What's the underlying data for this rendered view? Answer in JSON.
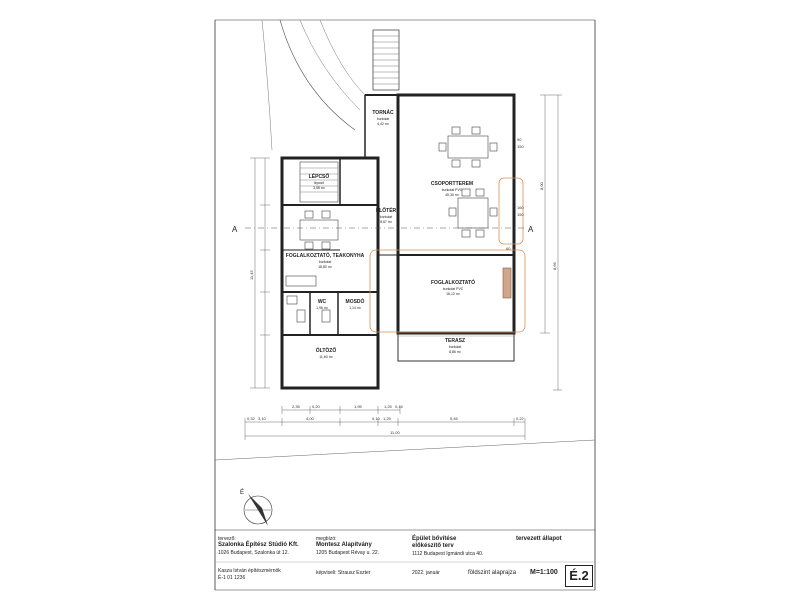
{
  "rooms": {
    "tornac": {
      "name": "TORNÁC",
      "floor": "burkolat",
      "area": "4,42 m²"
    },
    "lepcso": {
      "name": "LÉPCSŐ",
      "floor": "lépcső",
      "area": "3,58 m²"
    },
    "csoportterem": {
      "name": "CSOPORTTEREM",
      "floor": "burkolat PVC",
      "area": "45,30 m²"
    },
    "eloter": {
      "name": "ELŐTÉR",
      "floor": "burkolat",
      "area": "8,67 m²"
    },
    "foglalkoztato_teakonyha": {
      "name": "FOGLALKOZTATÓ, TEAKONYHA",
      "floor": "burkolat",
      "area": "18,80 m²"
    },
    "foglalkoztato": {
      "name": "FOGLALKOZTATÓ",
      "floor": "burkolat PVC",
      "area": "16,12 m²"
    },
    "wc": {
      "name": "WC",
      "floor": "",
      "area": "1,96 m²"
    },
    "mosdo": {
      "name": "MOSDÓ",
      "floor": "",
      "area": "1,14 m²"
    },
    "oltozo": {
      "name": "ÖLTÖZŐ",
      "floor": "",
      "area": "11,60 m²"
    },
    "terasz": {
      "name": "TERASZ",
      "floor": "burkolat",
      "area": "8,86 m²"
    }
  },
  "section_marks": {
    "left": "A",
    "right": "A"
  },
  "dimensions": {
    "bottom_row1": [
      "2,35",
      "0,20",
      "1,95",
      "1,25",
      "0,15"
    ],
    "bottom_row2": [
      "0,32",
      "3,10",
      "4,00",
      "0,10",
      "1,25",
      "5,45",
      "0,22"
    ],
    "bottom_total": "11,00",
    "right_total1": "8,00",
    "right_total2": "8,66",
    "left_total": "11,45",
    "window_marks": [
      "90",
      "150",
      "160",
      "150",
      "60"
    ]
  },
  "north_arrow": {
    "label": "É"
  },
  "title_block": {
    "designer_label": "tervező:",
    "designer_name": "Szalonka Építész Stúdió Kft.",
    "designer_addr": "1026 Budapest, Szalonka út 12.",
    "client_label": "megbízó:",
    "client_name": "Montesz Alapítvány",
    "client_addr": "1205 Budapest Révay u. 22.",
    "project_line1": "Épület bővítése",
    "project_line2": "előkészítő terv",
    "project_addr": "1112 Budapest Igmándi utca 40.",
    "status": "tervezett állapot",
    "architect": "Kasza István építészmérnök",
    "architect_id": "É-1 01 1236",
    "drawn_by": "képviseli: Strausz Eszter",
    "date": "2022. január",
    "sheet_name": "földszint alaprajza",
    "scale": "M=1:100",
    "sheet_no": "É.2"
  }
}
